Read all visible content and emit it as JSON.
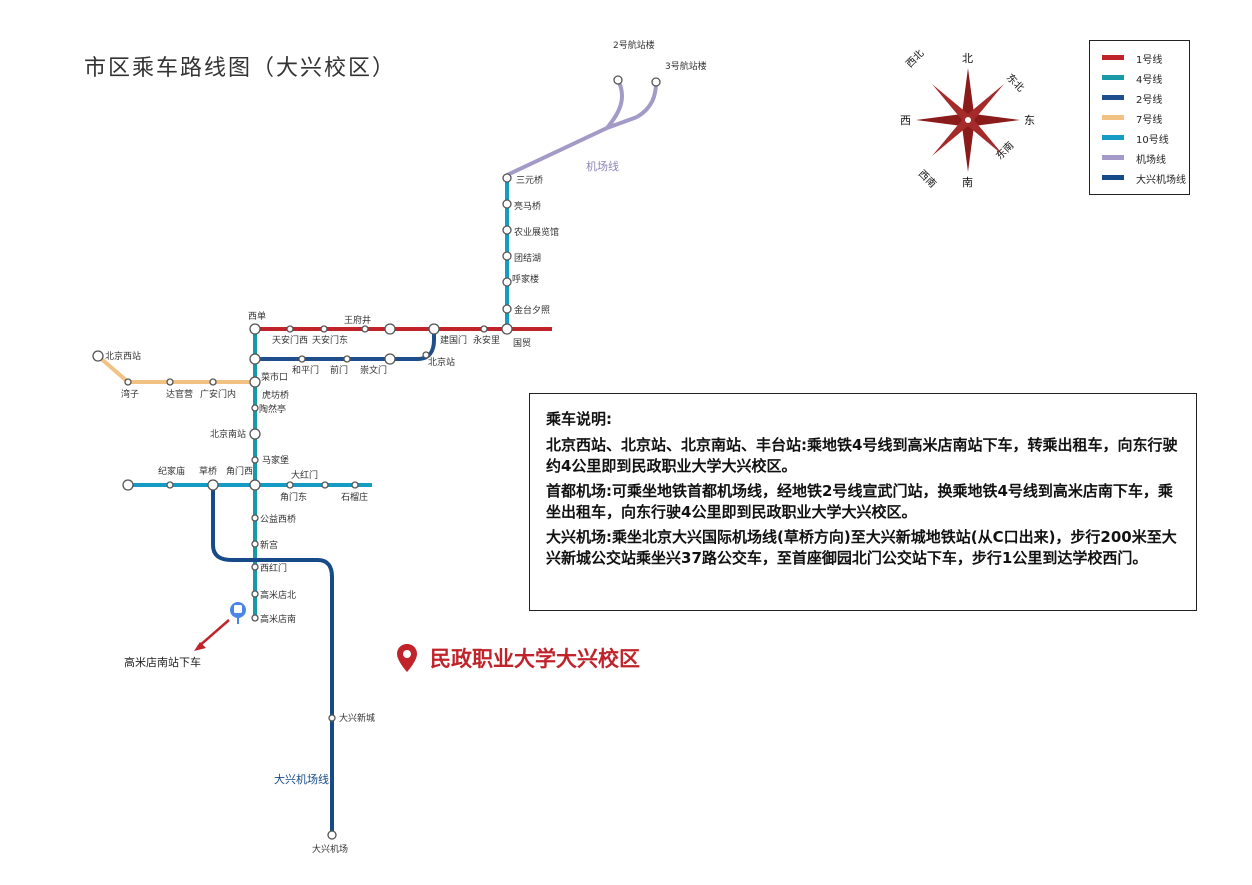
{
  "title": "市区乘车路线图（大兴校区）",
  "legend": [
    {
      "label": "1号线",
      "color": "#c0242a"
    },
    {
      "label": "4号线",
      "color": "#1a9aa8"
    },
    {
      "label": "2号线",
      "color": "#1e4f8c"
    },
    {
      "label": "7号线",
      "color": "#f2c184"
    },
    {
      "label": "10号线",
      "color": "#169bc4"
    },
    {
      "label": "机场线",
      "color": "#a49ac8"
    },
    {
      "label": "大兴机场线",
      "color": "#174b88"
    }
  ],
  "compass": {
    "n": "北",
    "s": "南",
    "e": "东",
    "w": "西",
    "ne": "东北",
    "nw": "西北",
    "se": "东南",
    "sw": "西南"
  },
  "line_labels": {
    "airport": "机场线",
    "daxing_airport": "大兴机场线"
  },
  "stations": {
    "t2": "2号航站楼",
    "t3": "3号航站楼",
    "sanyuanqiao": "三元桥",
    "liangmaqiao": "亮马桥",
    "nongzhanguan": "农业展览馆",
    "tuanjiehu": "团结湖",
    "hujialou": "呼家楼",
    "jintaixizhao": "金台夕照",
    "guomao": "国贸",
    "xidan": "西单",
    "wangfujing": "王府井",
    "tiananmenxi": "天安门西",
    "tiananmendong": "天安门东",
    "jianguomen": "建国门",
    "yonganli": "永安里",
    "hepingmen": "和平门",
    "qianmen": "前门",
    "chongwenmen": "崇文门",
    "beijingzhan": "北京站",
    "beijingxizhan": "北京西站",
    "wanzi": "湾子",
    "daguanying": "达官营",
    "guanganmennei": "广安门内",
    "caishikou": "菜市口",
    "hufangqiao": "虎坊桥",
    "taoranting": "陶然亭",
    "beijingnanzhan": "北京南站",
    "majiapu": "马家堡",
    "jiaomenxi": "角门西",
    "jiaomendong": "角门东",
    "dahongmen": "大红门",
    "shiliuzhuang": "石榴庄",
    "jijiamiao": "纪家庙",
    "caoqiao": "草桥",
    "gongyixiqiao": "公益西桥",
    "xingong": "新宫",
    "xihongmen": "西红门",
    "gaomidianbei": "高米店北",
    "gaomidiannan": "高米店南",
    "daxingxincheng": "大兴新城",
    "daxingjichang": "大兴机场"
  },
  "bus_note": "高米店南站下车",
  "destination": "民政职业大学大兴校区",
  "notes": {
    "heading": "乘车说明:",
    "p1": "北京西站、北京站、北京南站、丰台站:乘地铁4号线到高米店南站下车，转乘出租车，向东行驶约4公里即到民政职业大学大兴校区。",
    "p2": "首都机场:可乘坐地铁首都机场线，经地铁2号线宣武门站，换乘地铁4号线到高米店南下车，乘坐出租车，向东行驶4公里即到民政职业大学大兴校区。",
    "p3": "大兴机场:乘坐北京大兴国际机场线(草桥方向)至大兴新城地铁站(从C口出来)，步行200米至大兴新城公交站乘坐兴37路公交车，至首座御园北门公交站下车，步行1公里到达学校西门。"
  }
}
